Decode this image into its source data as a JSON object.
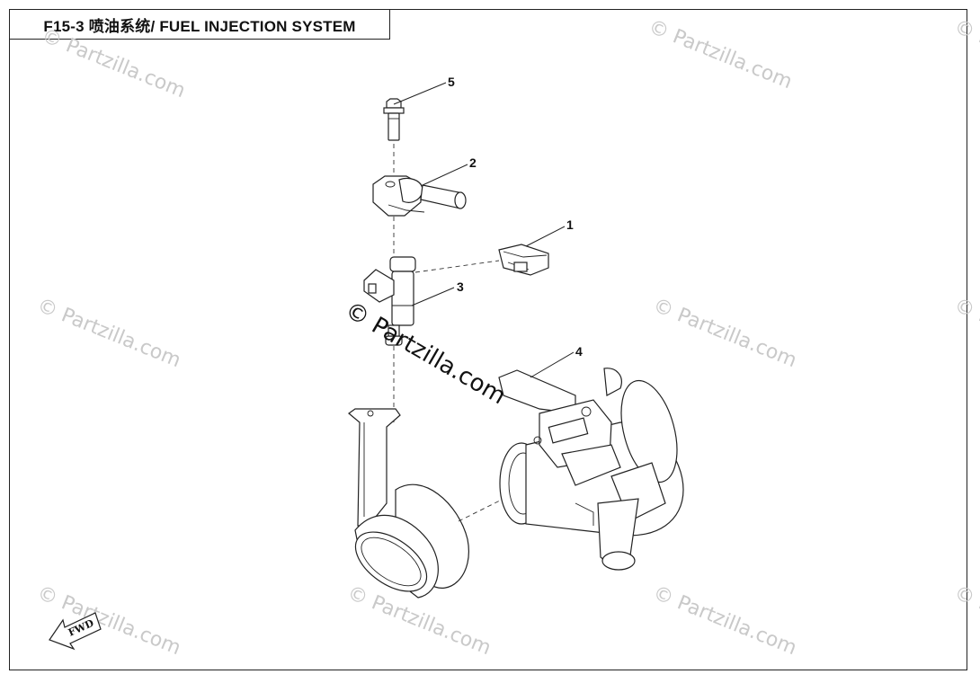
{
  "title": "F15-3 喷油系统/ FUEL INJECTION SYSTEM",
  "callouts": [
    {
      "id": "1"
    },
    {
      "id": "2"
    },
    {
      "id": "3"
    },
    {
      "id": "4"
    },
    {
      "id": "5"
    }
  ],
  "fwd_label": "FWD",
  "watermark": "© Partzilla.com"
}
